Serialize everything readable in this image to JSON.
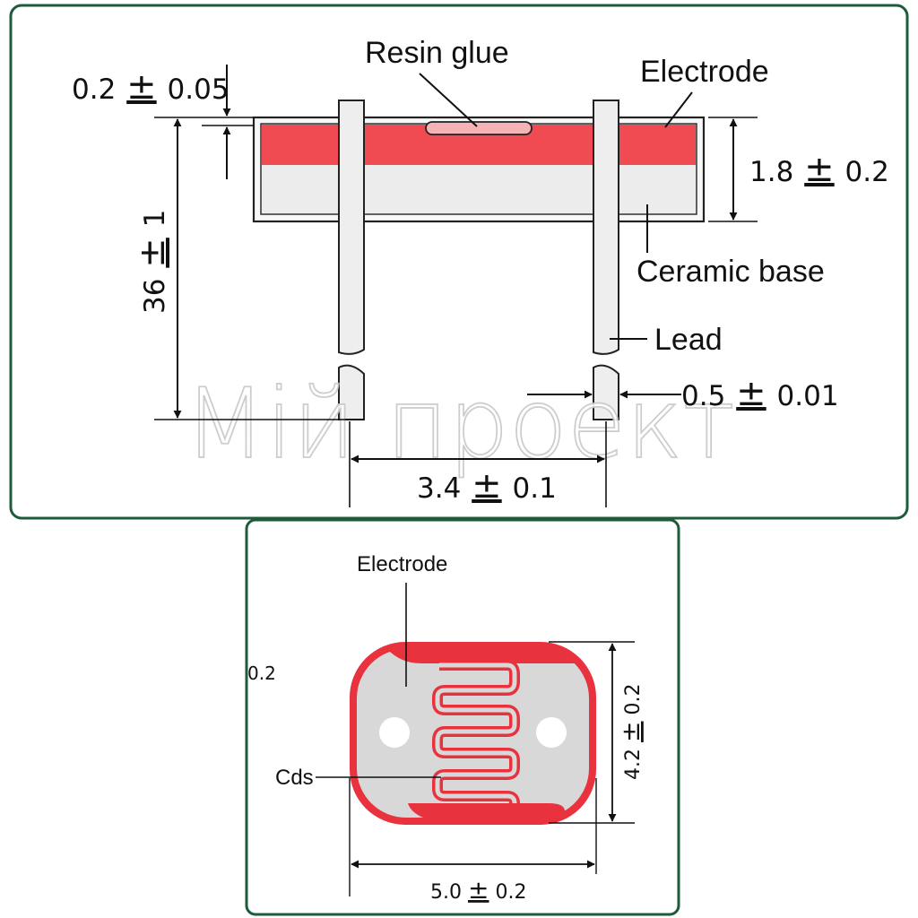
{
  "colors": {
    "panel_border": "#1e5b3a",
    "electrode": "#f04a53",
    "resin": "#f6b3b6",
    "ceramic": "#ececec",
    "lead": "#eeeeee",
    "outline": "#222222"
  },
  "side_view": {
    "labels": {
      "resin_glue": "Resin glue",
      "electrode": "Electrode",
      "ceramic_base": "Ceramic base",
      "lead": "Lead"
    },
    "dimensions": {
      "electrode_thickness": {
        "value": "0.2",
        "tol": "0.05"
      },
      "body_height": {
        "value": "1.8",
        "tol": "0.2"
      },
      "lead_length": {
        "value": "36",
        "tol": "1"
      },
      "lead_width": {
        "value": "0.5",
        "tol": "0.01"
      },
      "lead_pitch": {
        "value": "3.4",
        "tol": "0.1"
      }
    },
    "watermark": "Mій проект"
  },
  "top_view": {
    "labels": {
      "electrode": "Electrode",
      "cds": "Cds",
      "stray": "0.2"
    },
    "dimensions": {
      "height": {
        "value": "4.2",
        "tol": "0.2"
      },
      "width": {
        "value": "5.0",
        "tol": "0.2"
      }
    }
  },
  "symbols": {
    "plus_minus": "±"
  }
}
